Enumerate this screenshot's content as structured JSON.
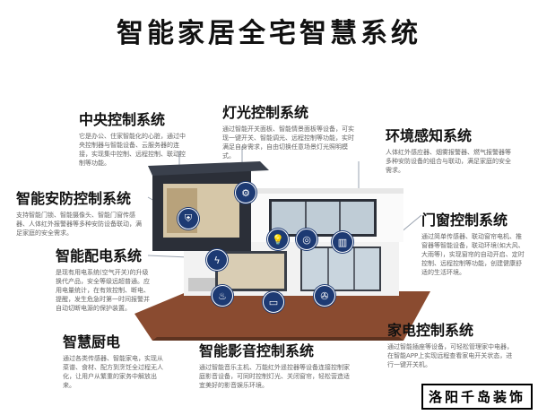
{
  "title": "智能家居全宅智慧系统",
  "sections": {
    "central": {
      "title": "中央控制系统",
      "desc": "它是办公、住家智能化的心脏，通过中央控制器与智能设备、云服务器的连接，实现集中控制、远程控制、联动控制等功能。"
    },
    "lighting": {
      "title": "灯光控制系统",
      "desc": "通过智能开关面板、智能情景面板等设备，可实现一键开关、智能调光、远程控制等功能，实时满足自身需求，自由切换任意场景灯光照明模式。"
    },
    "env": {
      "title": "环境感知系统",
      "desc": "人体红外感应器、烟雾报警器、燃气报警器等多种安防设备的组合与联动，满足家庭的安全需求。"
    },
    "security": {
      "title": "智能安防控制系统",
      "desc": "支持智能门锁、智能摄像头、智能门窗传感器、人体红外报警器等多种安防设备联动，满足家庭的安全需求。"
    },
    "window": {
      "title": "门窗控制系统",
      "desc": "通过简单传感器、联动窗帘电机、推窗器等智能设备，联动环境(如大风、大雨等)，实现窗帘的自动开启、定时控制、远程控制等功能，创建健康舒适的生活环境。"
    },
    "power": {
      "title": "智能配电系统",
      "desc": "是现有用电系统(空气开关)的升级换代产品，安全等级远超普通。应用电量统计，在有效控制、断电、提醒，发生危急时第一时间报警并自动切断电源的保护装置。"
    },
    "kitchen": {
      "title": "智慧厨电",
      "desc": "通过各类传感器、智能家电，实现从菜谱、食材、配方到烹饪全过程无人化，让用户从繁重的家务中解放出来。"
    },
    "av": {
      "title": "智能影音控制系统",
      "desc": "通过智能音乐主机、万能红外遥控器等设备连接控制家庭影音设备，可同时控制灯光、关闭窗帘，轻松营造适宜美好的影音娱乐环境。"
    },
    "appliance": {
      "title": "家电控制系统",
      "desc": "通过智能插座等设备，可轻松管理家中电器，在智能APP上实现远程查看家电开关状态，进行一键开关机。"
    }
  },
  "icons": [
    "gear-icon",
    "lightbulb-icon",
    "sensor-icon",
    "shield-icon",
    "curtain-icon",
    "lightning-icon",
    "pot-icon",
    "tv-icon",
    "appliance-icon"
  ],
  "accent": "#1d3a73",
  "brand": "洛阳千岛装饰"
}
